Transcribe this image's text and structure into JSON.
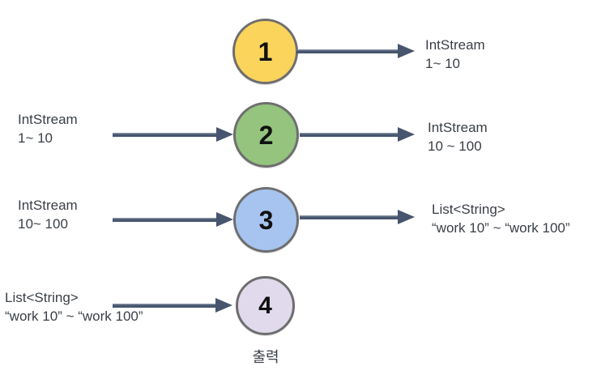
{
  "colors": {
    "canvas-bg": "#ffffff",
    "arrow": "#47566e",
    "circle-border": "#6e6e6e",
    "text": "#3a3f46",
    "number": "#111111"
  },
  "caption": "출력",
  "steps": [
    {
      "number": "1",
      "circle_color": "#fbd45c",
      "output_line1": "IntStream",
      "output_line2": "1~ 10"
    },
    {
      "number": "2",
      "circle_color": "#94c47e",
      "input_line1": "IntStream",
      "input_line2": "1~ 10",
      "output_line1": "IntStream",
      "output_line2": "10 ~ 100"
    },
    {
      "number": "3",
      "circle_color": "#a7c4f0",
      "input_line1": "IntStream",
      "input_line2": "10~ 100",
      "output_line1": "List<String>",
      "output_line2": "“work 10” ~ “work 100”"
    },
    {
      "number": "4",
      "circle_color": "#e0daec",
      "input_line1": "List<String>",
      "input_line2": "“work 10” ~ “work 100”"
    }
  ]
}
